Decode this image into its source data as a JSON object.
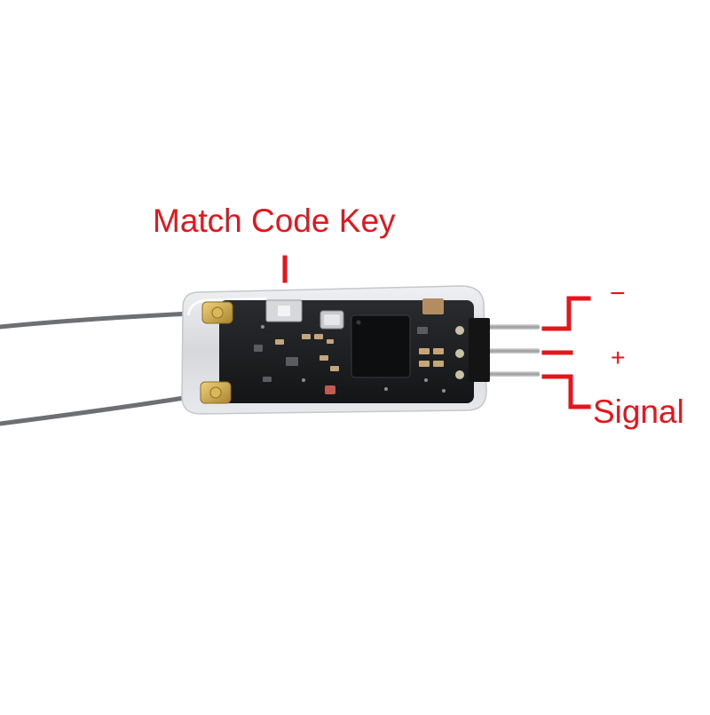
{
  "labels": {
    "match_code_key": "Match Code Key",
    "minus": "−",
    "plus": "+",
    "signal": "Signal"
  },
  "colors": {
    "annotation": "#e8141c",
    "background": "#ffffff",
    "pcb": "#1e1f22",
    "shrink_wrap": "#dcdee2",
    "antenna_wire": "#6e6f72",
    "pin_header": "#141414",
    "pin_metal": "#b8b8b8",
    "gold_connector": "#c9a64a"
  },
  "image": {
    "subject": "receiver-module-photo",
    "icon": "rc-receiver-icon"
  }
}
